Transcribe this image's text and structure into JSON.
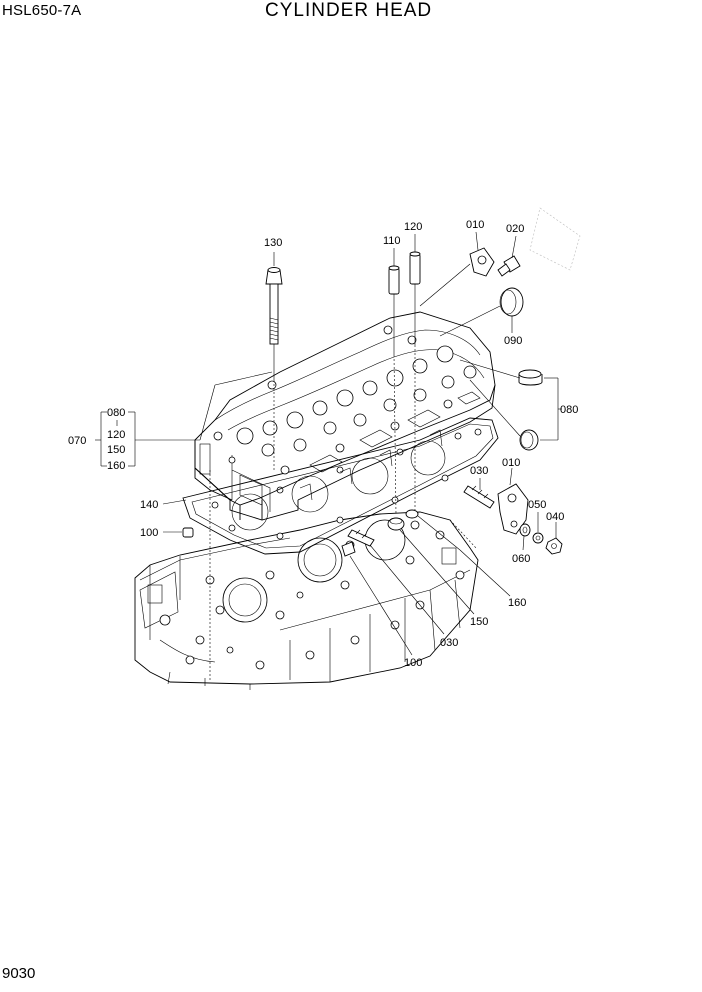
{
  "header": {
    "model": "HSL650-7A",
    "title": "CYLINDER HEAD"
  },
  "footer": {
    "page_number": "9030"
  },
  "callouts": {
    "c130": "130",
    "c110": "110",
    "c120": "120",
    "c010a": "010",
    "c020": "020",
    "c090": "090",
    "c080a": "080",
    "c070": "070",
    "c080b": "080",
    "c120b": "120",
    "c150b": "150",
    "c160b": "160",
    "c140": "140",
    "c100a": "100",
    "c030a": "030",
    "c010b": "010",
    "c050": "050",
    "c040": "040",
    "c060": "060",
    "c160": "160",
    "c150": "150",
    "c030b": "030",
    "c100b": "100"
  }
}
